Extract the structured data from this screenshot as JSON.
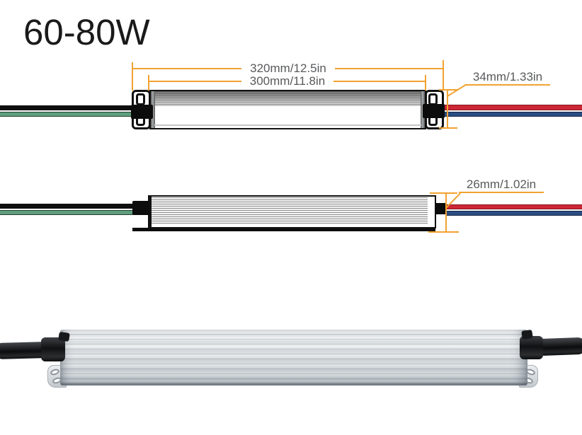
{
  "product": {
    "power_range": "60-80W"
  },
  "dimensions": {
    "overall_length": "320mm/12.5in",
    "body_length": "300mm/11.8in",
    "width": "34mm/1.33in",
    "height": "26mm/1.02in"
  },
  "colors": {
    "dimension_line": "#F2A230",
    "dimension_text": "#58595B",
    "title_text": "#1A1A1A",
    "wire_input_black": "#0E0E0E",
    "wire_input_green": "#5F9E7D",
    "wire_output_red": "#CD2735",
    "wire_output_blue": "#2A4D82",
    "device_outline": "#111111",
    "aluminum_light": "#F2F4F5",
    "aluminum_dark": "#9AA2A9"
  }
}
